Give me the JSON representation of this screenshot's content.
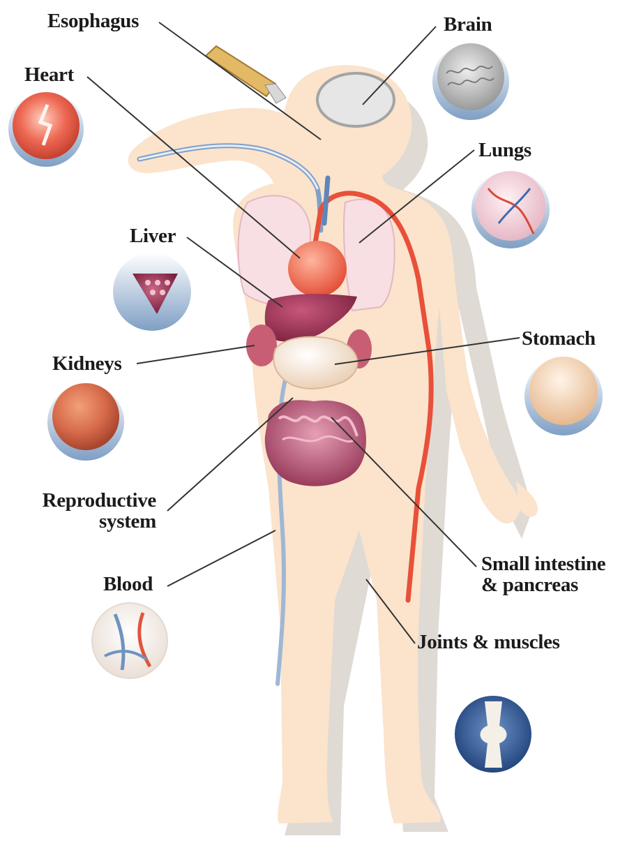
{
  "labels": {
    "esophagus": "Esophagus",
    "brain": "Brain",
    "heart": "Heart",
    "lungs": "Lungs",
    "liver": "Liver",
    "stomach": "Stomach",
    "kidneys": "Kidneys",
    "reproductive": [
      "Reproductive",
      "system"
    ],
    "small_intestine": [
      "Small intestine",
      "& pancreas"
    ],
    "blood": "Blood",
    "joints": "Joints & muscles"
  },
  "colors": {
    "skin": "#fbe3cc",
    "skin_shadow": "#d9d2cc",
    "organ_red": "#e8503a",
    "liver": "#9b2f4e",
    "lungs": "#f5d6dc",
    "stomach": "#f0e0cc",
    "intestine": "#a8405e",
    "artery": "#e8503a",
    "vein": "#6f93c0",
    "bottle": "#e0b86a",
    "leader_line": "#333333"
  },
  "icons": [
    "heart-detail-icon",
    "brain-detail-icon",
    "lungs-detail-icon",
    "liver-detail-icon",
    "kidney-detail-icon",
    "stomach-detail-icon",
    "blood-detail-icon",
    "joint-detail-icon"
  ]
}
